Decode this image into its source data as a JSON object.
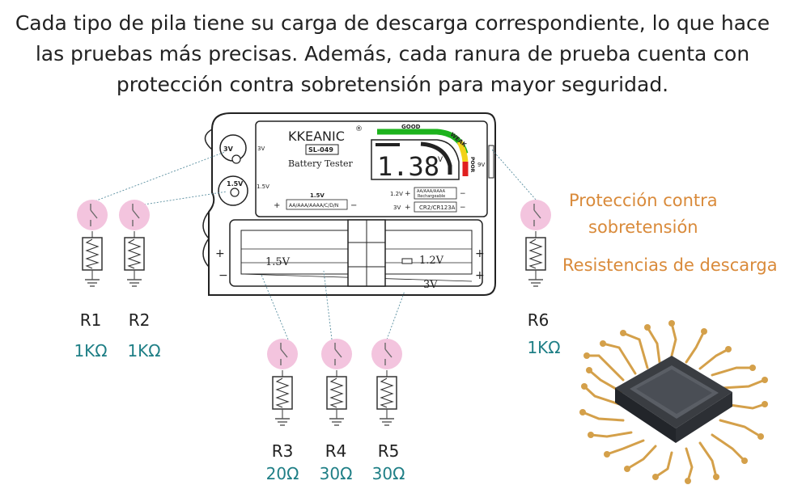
{
  "headline": {
    "line1": "Cada tipo de pila tiene su carga de descarga correspondiente, lo que hace",
    "line2": "las pruebas más precisas. Además, cada ranura de prueba cuenta con",
    "line3": "protección contra sobretensión para mayor seguridad."
  },
  "labels": {
    "protection_line1": "Protección contra",
    "protection_line2": "sobretensión",
    "resistors": "Resistencias de descarga"
  },
  "device": {
    "brand": "KKEANIC",
    "brand_mark": "®",
    "model": "SL-049",
    "name": "Battery Tester",
    "display_value": "1.38",
    "display_unit": "V",
    "gauge_good": "GOOD",
    "gauge_weak": "WEAK",
    "gauge_poor": "POOR",
    "button_3v": "3V",
    "button_1_5v": "1.5V",
    "side_3v": "3V",
    "side_1_5v": "1.5V",
    "side_9v": "9V",
    "slot_1_5v_label": "1.5V",
    "slot_1_5v_types": "AA/AAA/AAAA/C/D/N",
    "slot_1_2v_label": "1.2V",
    "slot_1_2v_types": "AA/AAA/AAAA",
    "slot_1_2v_sub": "Rechargeable",
    "slot_3v_label": "3V",
    "slot_3v_types": "CR2/CR123A",
    "tray_1_5v": "1.5V",
    "tray_1_2v": "1.2V",
    "tray_3v": "3V"
  },
  "resistors": [
    {
      "name": "R1",
      "value": "1KΩ"
    },
    {
      "name": "R2",
      "value": "1KΩ"
    },
    {
      "name": "R3",
      "value": "20Ω"
    },
    {
      "name": "R4",
      "value": "30Ω"
    },
    {
      "name": "R5",
      "value": "30Ω"
    },
    {
      "name": "R6",
      "value": "1KΩ"
    }
  ],
  "colors": {
    "accent_orange": "#d98a3a",
    "value_teal": "#1f7f86",
    "switch_pink": "#f3c4de",
    "gauge_green": "#1db31d",
    "gauge_yellow": "#f2d21a",
    "gauge_red": "#e02020",
    "chip_gold": "#d4a04a"
  }
}
